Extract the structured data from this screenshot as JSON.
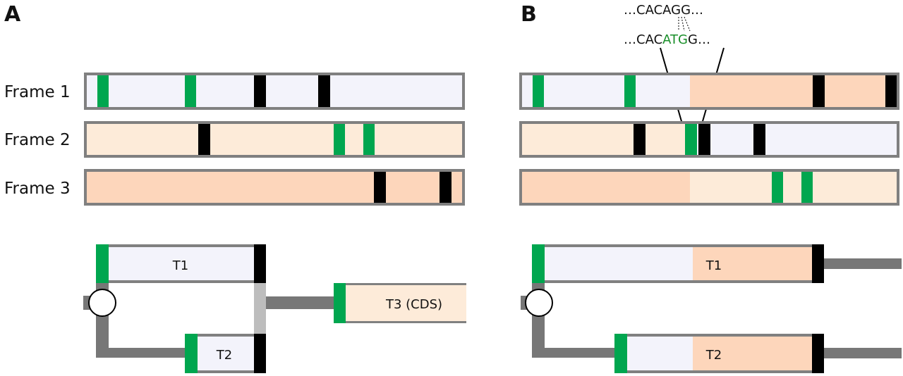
{
  "panels": {
    "a": "A",
    "b": "B"
  },
  "frames": {
    "f1": "Frame 1",
    "f2": "Frame 2",
    "f3": "Frame 3"
  },
  "transcripts": {
    "a_t1": "T1",
    "a_t2": "T2",
    "a_t3": "T3 (CDS)",
    "b_t1": "T1",
    "b_t2": "T2"
  },
  "sequence": {
    "top": "…CACAGG…",
    "bottom_prefix": "…CAC",
    "bottom_green": "ATG",
    "bottom_suffix": "G…"
  },
  "colors": {
    "start_codon": "#00a64f",
    "stop_codon": "#000000",
    "frame_outline": "#808080",
    "lavender": "#f3f3fb",
    "light_peach": "#fdebd9",
    "peach": "#fdd6bb",
    "connector": "#777777"
  }
}
